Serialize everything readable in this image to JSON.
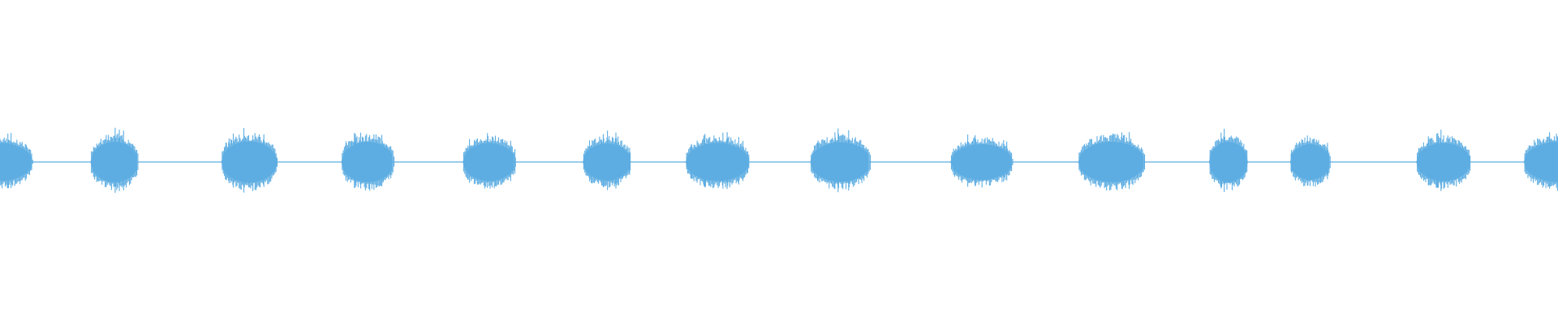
{
  "waveform": {
    "color": "#5DADE2",
    "background": "#FFFFFF",
    "segments": [
      {
        "start": 0.0,
        "end": 0.021,
        "amplitude": 0.8
      },
      {
        "start": 0.058,
        "end": 0.089,
        "amplitude": 0.85
      },
      {
        "start": 0.142,
        "end": 0.178,
        "amplitude": 0.87
      },
      {
        "start": 0.219,
        "end": 0.253,
        "amplitude": 0.85
      },
      {
        "start": 0.297,
        "end": 0.331,
        "amplitude": 0.8
      },
      {
        "start": 0.374,
        "end": 0.405,
        "amplitude": 0.78
      },
      {
        "start": 0.44,
        "end": 0.481,
        "amplitude": 0.8
      },
      {
        "start": 0.52,
        "end": 0.559,
        "amplitude": 0.83
      },
      {
        "start": 0.61,
        "end": 0.65,
        "amplitude": 0.75
      },
      {
        "start": 0.692,
        "end": 0.735,
        "amplitude": 0.85
      },
      {
        "start": 0.776,
        "end": 0.801,
        "amplitude": 0.85
      },
      {
        "start": 0.828,
        "end": 0.854,
        "amplitude": 0.75
      },
      {
        "start": 0.909,
        "end": 0.944,
        "amplitude": 0.8
      },
      {
        "start": 0.978,
        "end": 1.0,
        "amplitude": 0.85
      }
    ]
  }
}
